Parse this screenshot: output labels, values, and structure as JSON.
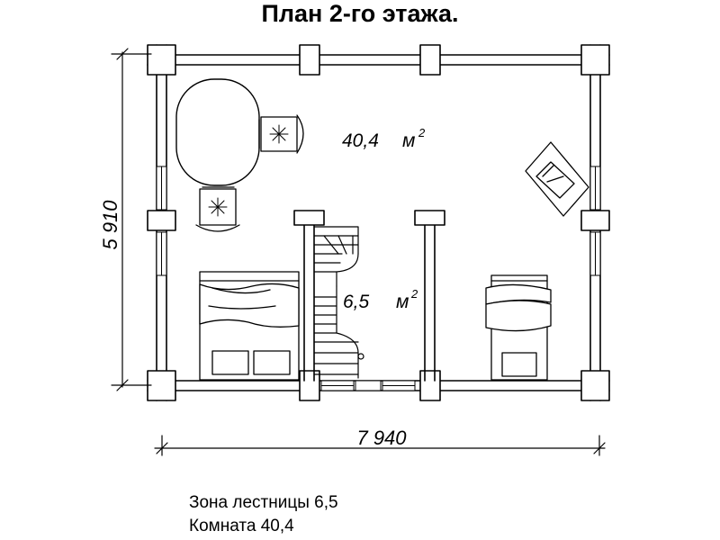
{
  "title": "План 2-го этажа.",
  "dimensions": {
    "height": "5 910",
    "width": "7 940"
  },
  "rooms": [
    {
      "area": "40,4",
      "unit": "м",
      "sup": "2"
    },
    {
      "area": "6,5",
      "unit": "м",
      "sup": "2"
    }
  ],
  "legend": [
    {
      "name": "Зона лестницы",
      "value": "6,5"
    },
    {
      "name": "Комната",
      "value": "40,4"
    }
  ]
}
